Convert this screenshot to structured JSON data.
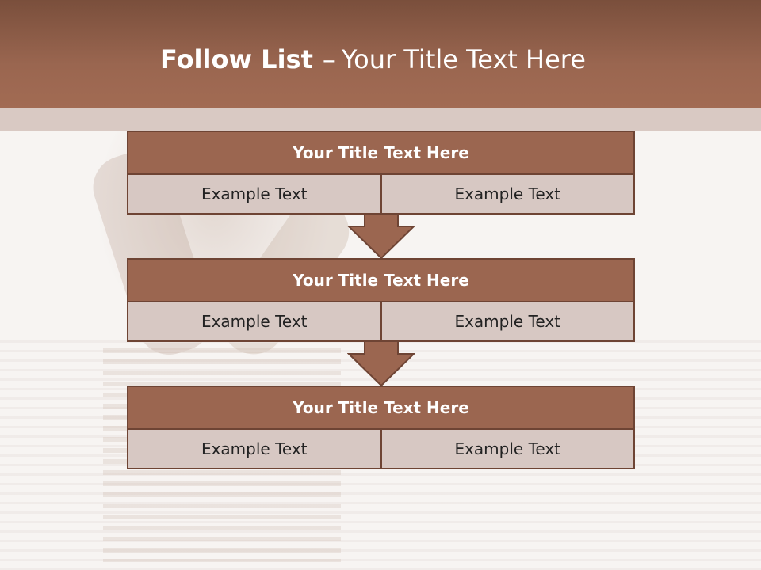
{
  "slide": {
    "title_bold": "Follow List",
    "title_dash": "–",
    "title_rest": "Your Title Text Here"
  },
  "steps": [
    {
      "title": "Your Title Text Here",
      "left": "Example Text",
      "right": "Example Text"
    },
    {
      "title": "Your Title Text Here",
      "left": "Example Text",
      "right": "Example Text"
    },
    {
      "title": "Your Title Text Here",
      "left": "Example Text",
      "right": "Example Text"
    }
  ],
  "colors": {
    "header": "#9b6650",
    "cell": "#d7c8c3",
    "border": "#6e4434"
  }
}
